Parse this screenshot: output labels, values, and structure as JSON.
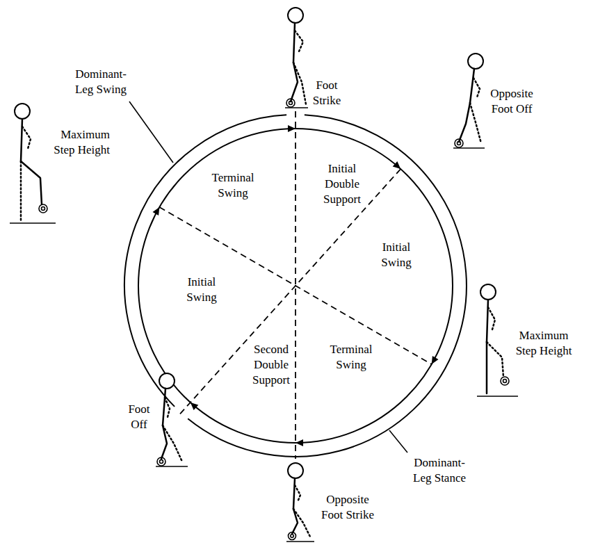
{
  "diagram": {
    "labels": [
      "Foot Strike",
      "Opposite Foot Off",
      "Dominant-Leg Swing",
      "Maximum Step Height",
      "Terminal Swing",
      "Initial Double Support",
      "Initial Swing",
      "Initial Swing",
      "Maximum Step Height",
      "Second Double Support",
      "Terminal Swing",
      "Foot Off",
      "Dominant-Leg Stance",
      "Opposite Foot Strike"
    ]
  }
}
